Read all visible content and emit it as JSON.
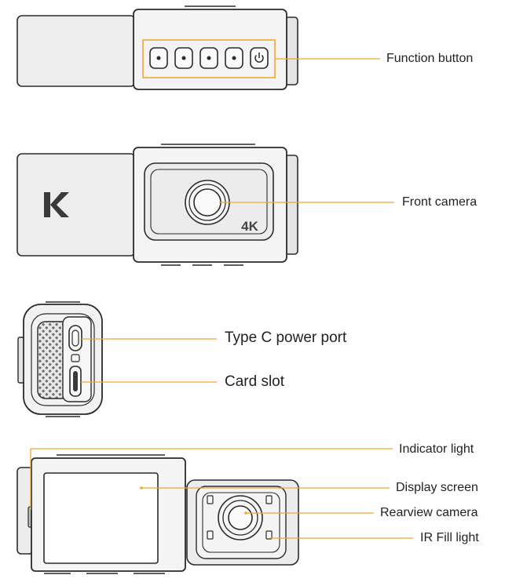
{
  "labels": {
    "function_button": "Function button",
    "front_camera": "Front camera",
    "type_c_port": "Type C power port",
    "card_slot": "Card slot",
    "indicator_light": "Indicator light",
    "display_screen": "Display screen",
    "rearview_camera": "Rearview camera",
    "ir_fill_light": "IR Fill light"
  },
  "device_marks": {
    "resolution_badge": "4K",
    "logo": "K"
  },
  "colors": {
    "callout": "#f0a830",
    "outline": "#2b2b2b",
    "body": "#ededed",
    "body_shade": "#dcdcdc",
    "text": "#222222"
  },
  "icons": [
    "power-icon",
    "dot-icon",
    "card-icon",
    "k-logo-icon"
  ]
}
